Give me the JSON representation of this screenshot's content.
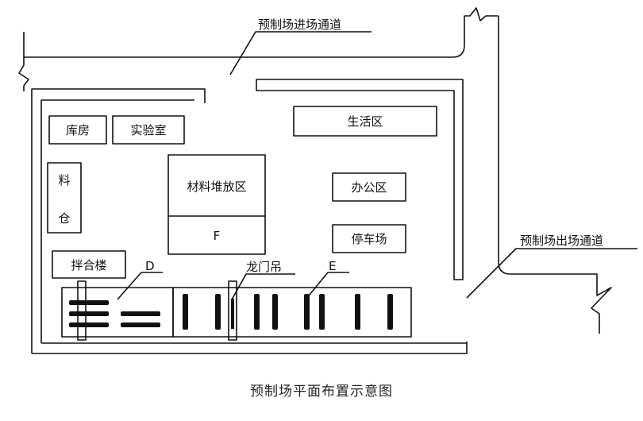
{
  "labels": {
    "entry_channel": "预制场进场通道",
    "exit_channel": "预制场出场通道",
    "warehouse": "库房",
    "laboratory": "实验室",
    "living_area": "生活区",
    "material_stack": "材料堆放区",
    "zone_f": "F",
    "office": "办公区",
    "parking": "停车场",
    "silo_char1": "料",
    "silo_char2": "仓",
    "mixing_plant": "拌合楼",
    "zone_d": "D",
    "gantry": "龙门吊",
    "zone_e": "E"
  },
  "caption": "预制场平面布置示意图",
  "colors": {
    "line": "#111111",
    "background": "#ffffff"
  }
}
